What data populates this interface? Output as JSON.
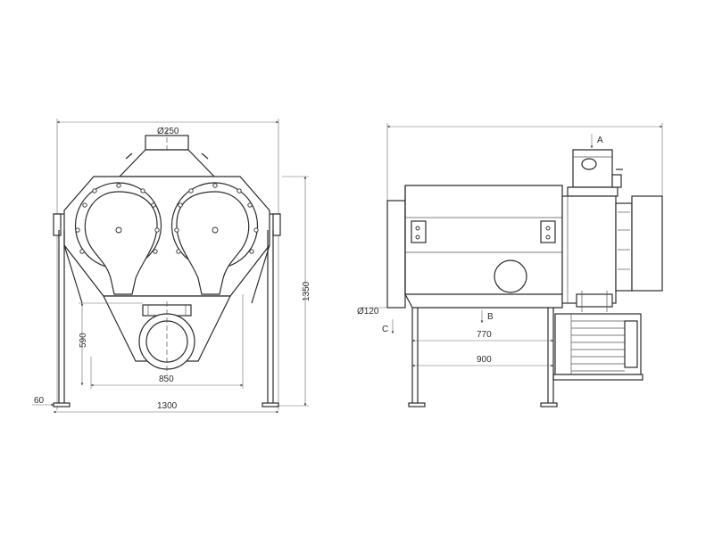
{
  "front_view": {
    "dim_inlet_diameter": "Ø250",
    "dim_height": "1350",
    "dim_outlet_height": "590",
    "dim_inner_width": "850",
    "dim_foot": "60",
    "dim_overall_width": "1300"
  },
  "side_view": {
    "label_a": "A",
    "label_b": "B",
    "label_c": "C",
    "dim_pipe_diameter": "Ø120",
    "dim_770": "770",
    "dim_900": "900"
  }
}
